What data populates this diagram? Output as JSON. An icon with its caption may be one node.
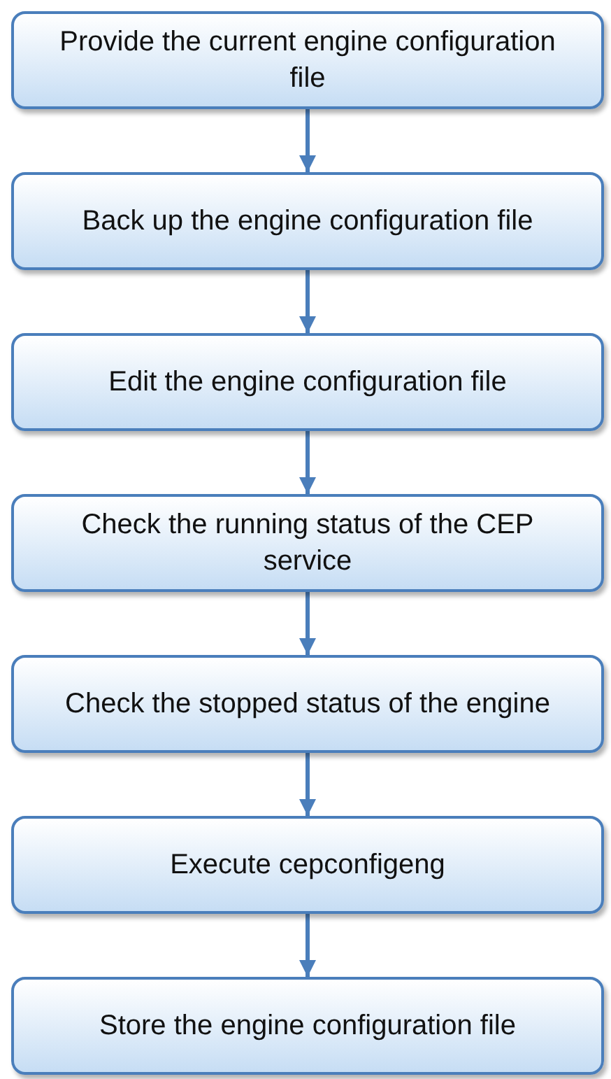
{
  "diagram": {
    "nodes": [
      {
        "text": [
          "Provide the current engine configuration file"
        ]
      },
      {
        "text": [
          "Back up the engine configuration file"
        ]
      },
      {
        "text": [
          "Edit the engine configuration file"
        ]
      },
      {
        "text": [
          "Check the running status of the CEP service"
        ]
      },
      {
        "text": [
          "Check the stopped status of the engine"
        ]
      },
      {
        "text": [
          "Execute cepconfigeng"
        ]
      },
      {
        "text": [
          "Store the engine configuration file"
        ]
      }
    ],
    "edges": [
      {
        "from": 0,
        "to": 1,
        "arrow": "to"
      },
      {
        "from": 1,
        "to": 2,
        "arrow": "to"
      },
      {
        "from": 2,
        "to": 3,
        "arrow": "to"
      },
      {
        "from": 3,
        "to": 4,
        "arrow": "to"
      },
      {
        "from": 4,
        "to": 5,
        "arrow": "to"
      },
      {
        "from": 5,
        "to": 6,
        "arrow": "to"
      }
    ]
  }
}
